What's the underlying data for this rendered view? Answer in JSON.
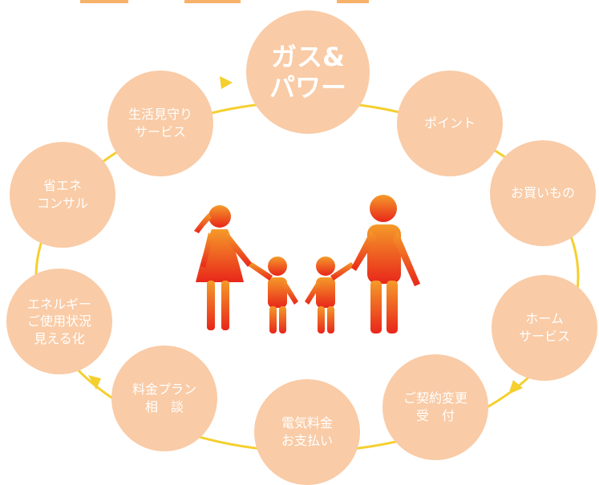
{
  "colors": {
    "circle_fill": "#f9cba6",
    "circle_text": "#ffffff",
    "ring": "#f5cf2e",
    "family_top": "#f59a2a",
    "family_bottom": "#e8261a"
  },
  "services": {
    "center": "ガス&\nパワー",
    "point": "ポイント",
    "shopping": "お買いもの",
    "home_service": "ホーム\nサービス",
    "contract": "ご契約変更\n受　付",
    "payment": "電気料金\nお支払い",
    "consult": "料金プラン\n相　談",
    "visualize": "エネルギー\nご使用状況\n見える化",
    "energy_saving": "省エネ\nコンサル",
    "watch": "生活見守り\nサービス"
  },
  "illustration": {
    "icon": "family-icon"
  }
}
